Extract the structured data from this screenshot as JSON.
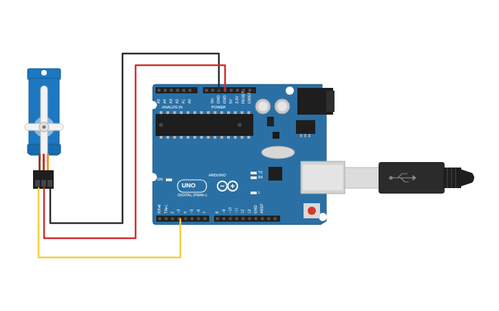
{
  "diagram": {
    "labels": [
      "A5",
      "A4",
      "A3",
      "A2",
      "A1",
      "A0",
      "ANALOG IN",
      "Vin",
      "GND",
      "GND",
      "5V",
      "3.3V",
      "RESET",
      "IOREF",
      "POWER",
      "ON",
      "UNO",
      "ARDUINO",
      "TX",
      "RX",
      "L",
      "DIGITAL (PWM~)",
      "RX◂0",
      "TX▸1",
      "2",
      "~3",
      "4",
      "~5",
      "~6",
      "7",
      "8",
      "~9",
      "~10",
      "~11",
      "12",
      "13",
      "GND",
      "AREF"
    ]
  }
}
